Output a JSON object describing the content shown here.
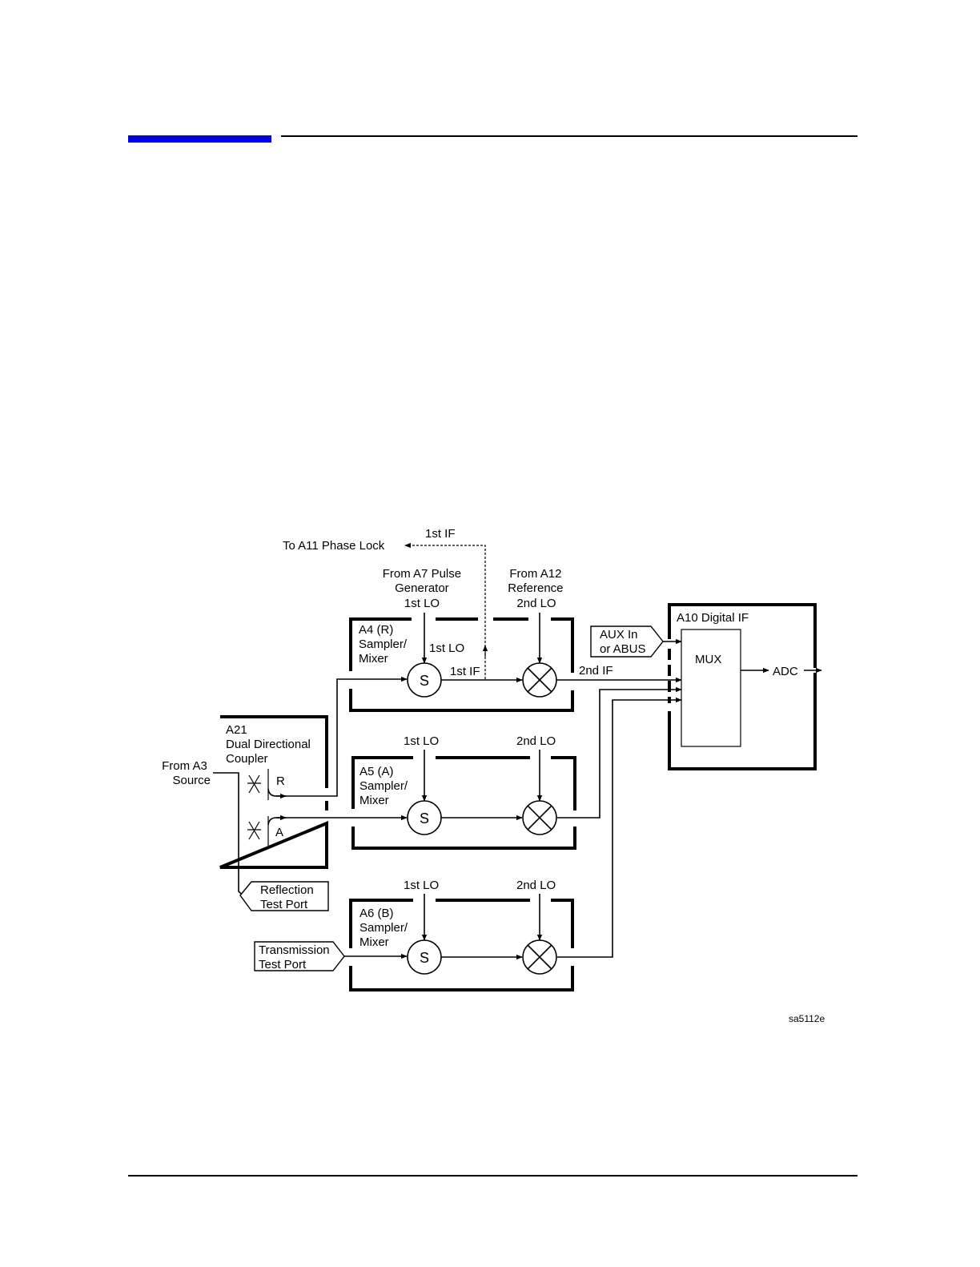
{
  "colors": {
    "header_bar": "#0000e6",
    "ink": "#000000"
  },
  "labels": {
    "first_if_top": "1st IF",
    "to_a11": "To A11 Phase Lock",
    "from_a7": [
      "From A7 Pulse",
      "Generator",
      "1st LO"
    ],
    "from_a12": [
      "From A12",
      "Reference",
      "2nd LO"
    ],
    "a4": [
      "A4 (R)",
      "Sampler/",
      "Mixer"
    ],
    "a4_1st_lo": "1st LO",
    "a4_1st_if": "1st IF",
    "second_if": "2nd IF",
    "a10_title": "A10 Digital IF",
    "aux": [
      "AUX In",
      "or ABUS"
    ],
    "mux": "MUX",
    "adc": "ADC",
    "a21": [
      "A21",
      "Dual Directional",
      "Coupler"
    ],
    "from_a3": [
      "From A3",
      "Source"
    ],
    "port_r": "R",
    "port_a": "A",
    "a5_1st_lo": "1st LO",
    "a5_2nd_lo": "2nd LO",
    "a5": [
      "A5 (A)",
      "Sampler/",
      "Mixer"
    ],
    "a6_1st_lo": "1st LO",
    "a6_2nd_lo": "2nd LO",
    "a6": [
      "A6 (B)",
      "Sampler/",
      "Mixer"
    ],
    "reflection": [
      "Reflection",
      "Test Port"
    ],
    "transmission": [
      "Transmission",
      "Test Port"
    ],
    "sampler_symbol": "S",
    "figure_id": "sa5112e"
  }
}
